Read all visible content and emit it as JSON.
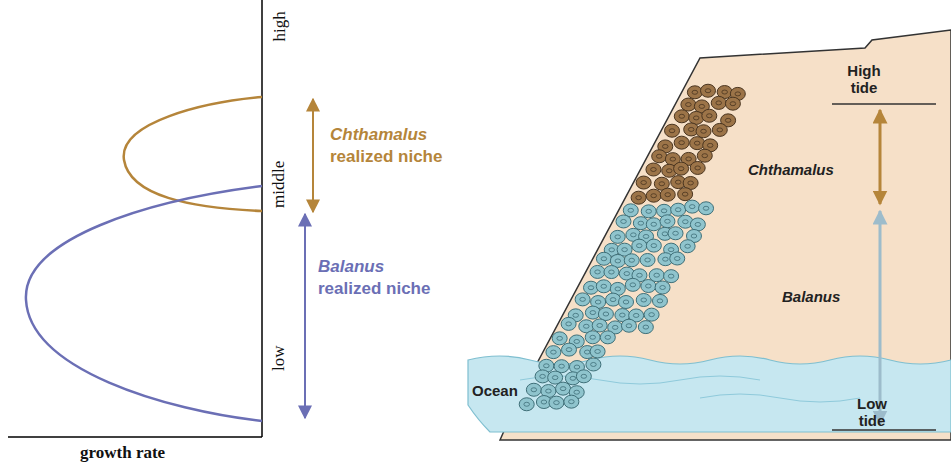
{
  "diagram": {
    "labels": [
      "high",
      "middle",
      "low",
      "growth rate",
      "Chthamalus",
      "realized niche",
      "Balanus",
      "realized niche",
      "High tide",
      "Chthamalus",
      "Balanus",
      "Ocean",
      "Low tide"
    ]
  }
}
